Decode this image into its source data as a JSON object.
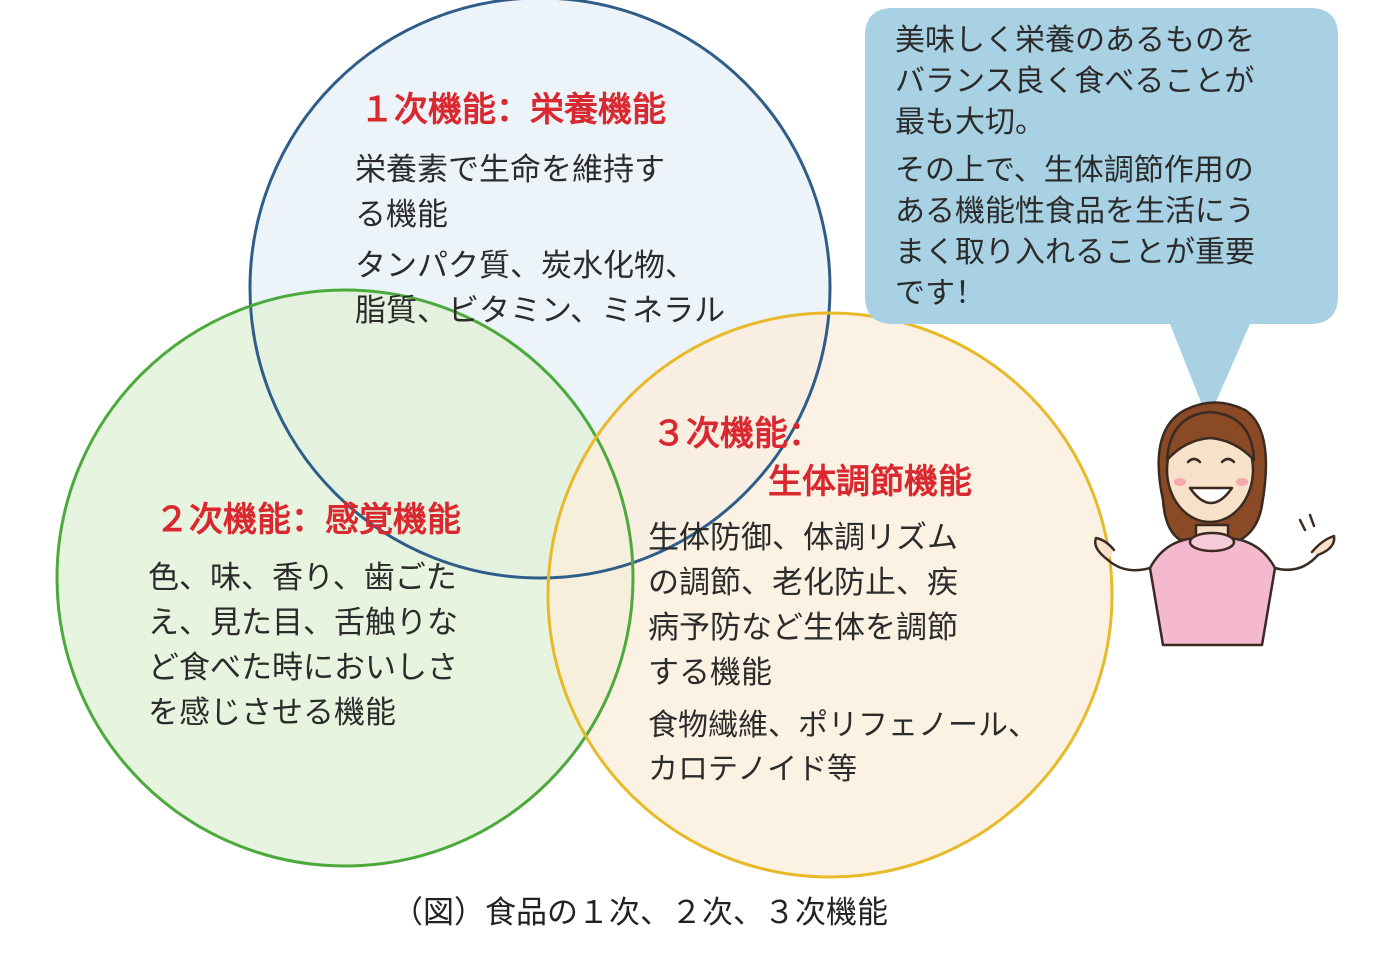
{
  "circles": [
    {
      "id": "primary",
      "heading_lines": [
        "１次機能：栄養機能"
      ],
      "description_lines": [
        "栄養素で生命を維持す",
        "る機能"
      ],
      "examples_lines": [
        "タンパク質、炭水化物、",
        "脂質、ビタミン、ミネラル"
      ],
      "stroke_color": "#2f5d8a",
      "fill_color": "#e7f0f7"
    },
    {
      "id": "secondary",
      "heading_lines": [
        "２次機能：感覚機能"
      ],
      "description_lines": [
        "色、味、香り、歯ごた",
        "え、見た目、舌触りな",
        "ど食べた時においしさ",
        "を感じさせる機能"
      ],
      "examples_lines": [],
      "stroke_color": "#4caa3c",
      "fill_color": "#dff0d4"
    },
    {
      "id": "tertiary",
      "heading_lines": [
        "３次機能：",
        "生体調節機能"
      ],
      "description_lines": [
        "生体防御、体調リズム",
        "の調節、老化防止、疾",
        "病予防など生体を調節",
        "する機能"
      ],
      "examples_lines": [
        "食物繊維、ポリフェノール、",
        "カロテノイド等"
      ],
      "stroke_color": "#e8b928",
      "fill_color": "#fbeed9"
    }
  ],
  "speech_bubble": {
    "paragraphs": [
      [
        "美味しく栄養のあるものを",
        "バランス良く食べることが",
        "最も大切。"
      ],
      [
        "その上で、生体調節作用の",
        "ある機能性食品を生活にう",
        "まく取り入れることが重要",
        "です！"
      ]
    ],
    "fill_color": "#a9d1e4"
  },
  "character": {
    "icon": "smiling-woman-character-icon",
    "shirt_color": "#f4b9cf",
    "hair_color": "#8a4a26"
  },
  "caption": "（図）食品の１次、２次、３次機能",
  "heading_color": "#d9282f"
}
